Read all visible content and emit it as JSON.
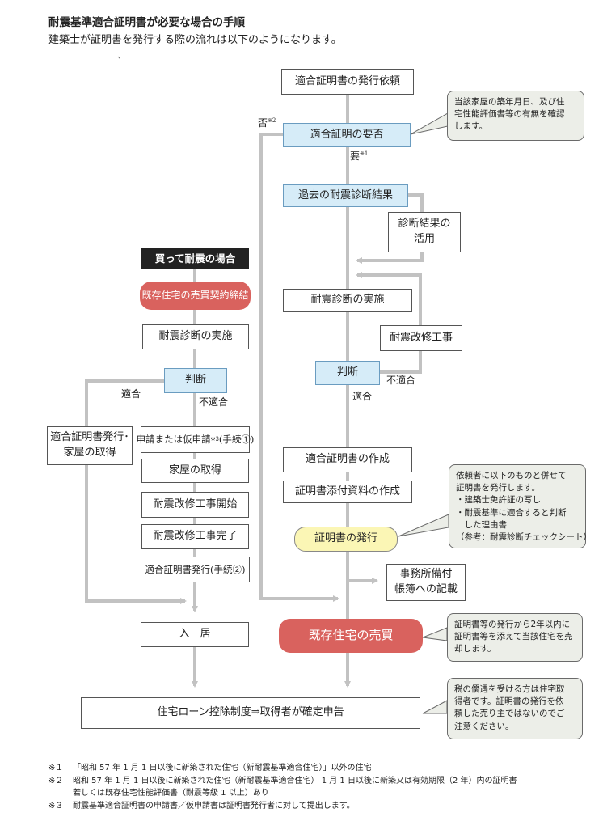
{
  "header": {
    "title": "耐震基準適合証明書が必要な場合の手順",
    "subtitle": "建築士が証明書を発行する際の流れは以下のようになります。",
    "tick_mark": "、"
  },
  "flow_main": {
    "request": "適合証明書の発行依頼",
    "necessity": "適合証明の要否",
    "past_result": "過去の耐震診断結果",
    "use_result_l1": "診断結果の",
    "use_result_l2": "活用",
    "diagnosis": "耐震診断の実施",
    "retrofit": "耐震改修工事",
    "judge": "判断",
    "create_cert": "適合証明書の作成",
    "create_attach": "証明書添付資料の作成",
    "issue": "証明書の発行",
    "office_l1": "事務所備付",
    "office_l2": "帳簿への記載",
    "sale": "既存住宅の売買",
    "tax": "住宅ローン控除制度⇒取得者が確定申告"
  },
  "flow_buy": {
    "header": "買って耐震の場合",
    "contract": "既存住宅の売買契約締結",
    "diagnosis": "耐震診断の実施",
    "judge": "判断",
    "cert_l1": "適合証明書発行･",
    "cert_l2": "家屋の取得",
    "apply_a": "申請または仮申請",
    "apply_sup": "※3",
    "apply_b": "(手続①)",
    "acquire": "家屋の取得",
    "start": "耐震改修工事開始",
    "finish": "耐震改修工事完了",
    "cert_issue": "適合証明書発行(手続②)",
    "move_in": "入　居"
  },
  "labels": {
    "no": "否",
    "no_sup": "※2",
    "yes": "要",
    "yes_sup": "※1",
    "ok": "適合",
    "ng": "不適合"
  },
  "callouts": {
    "c1": [
      "当該家屋の築年月日、及び住",
      "宅性能評価書等の有無を確認",
      "します。"
    ],
    "c2": [
      "依頼者に以下のものと併せて",
      "証明書を発行します。",
      "・建築士免許証の写し",
      "・耐震基準に適合すると判断",
      "　した理由書",
      "（参考：耐震診断チェックシート）"
    ],
    "c3": [
      "証明書等の発行から2年以内に",
      "証明書等を添えて当該住宅を売",
      "却します。"
    ],
    "c4": [
      "税の優遇を受ける方は住宅取",
      "得者です。証明書の発行を依",
      "頼した売り主ではないのでご",
      "注意ください。"
    ]
  },
  "notes": [
    {
      "mark": "※１",
      "text": "「昭和 57 年 1 月 1 日以後に新築された住宅（新耐震基準適合住宅）」以外の住宅"
    },
    {
      "mark": "※２",
      "text": "昭和 57 年 1 月 1 日以後に新築された住宅（新耐震基準適合住宅） 1 月 1 日以後に新築又は有効期限（2 年）内の証明書"
    },
    {
      "mark": "",
      "text": "若しくは既存住宅性能評価書（耐震等級 1 以上）あり"
    },
    {
      "mark": "※３",
      "text": "耐震基準適合証明書の申請書／仮申請書は証明書発行者に対して提出します。"
    }
  ],
  "colors": {
    "line": "#c2c2c2",
    "blue_box": "#d6ecf8",
    "red_box": "#d9625e",
    "yellow_box": "#fbf6b5",
    "callout": "#eceee8"
  }
}
